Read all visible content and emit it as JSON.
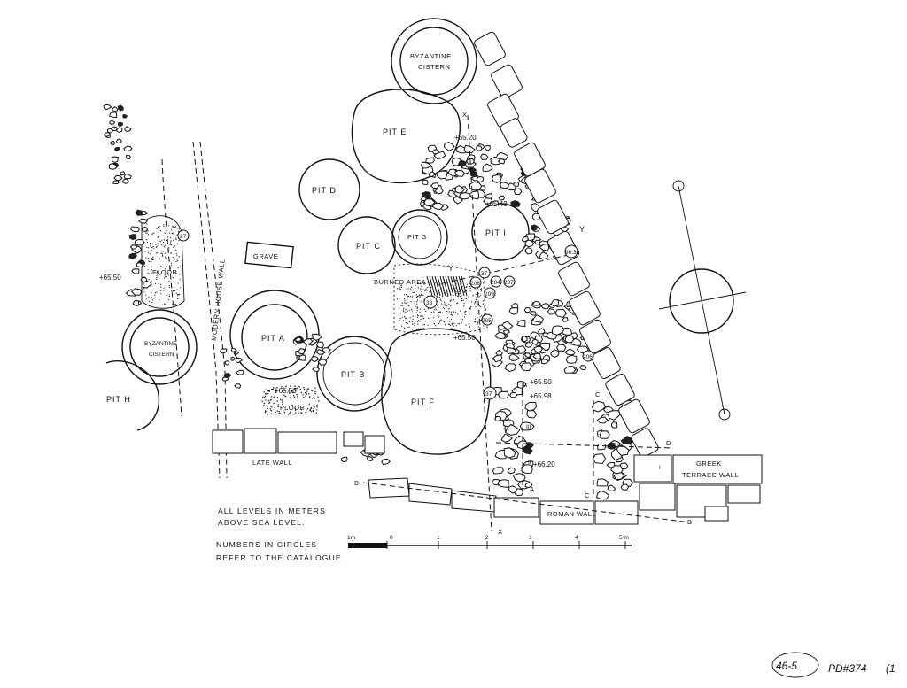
{
  "labels": {
    "byzantine_cistern_top": [
      "BYZANTINE",
      "CISTERN"
    ],
    "byzantine_cistern_left": [
      "BYZANTINE",
      "CISTERN"
    ],
    "pit_e": "PIT E",
    "pit_d": "PIT D",
    "pit_c": "PIT C",
    "pit_g": "PIT G",
    "pit_i": "PIT I",
    "pit_a": "PIT A",
    "pit_b": "PIT B",
    "pit_f": "PIT F",
    "pit_h": "PIT H",
    "grave": "GRAVE",
    "floor_left": "FLOOR",
    "floor_center": "FLOOR",
    "burned_area": "BURNED AREA",
    "modern_house_wall": "MODERN HOUSE WALL",
    "late_wall": "LATE WALL",
    "roman_wall": "ROMAN WALL",
    "greek_terrace_wall": [
      "GREEK",
      "TERRACE WALL"
    ]
  },
  "elevations": {
    "e1": "+65.20",
    "e2": "+65.43",
    "e3": "+65.50",
    "e4": "+65.50",
    "e5": "+65.50",
    "e6": "+65.50",
    "e7": "+65.98",
    "e8": "+66.20"
  },
  "section_markers": {
    "x_top": "X",
    "x_bottom": "X",
    "y_left": "Y",
    "y_right": "Y",
    "a_top": "A",
    "a_bottom": "A",
    "b_left": "B",
    "b_right": "B",
    "c_top": "C",
    "c_bottom": "C",
    "d": "D",
    "m": "III",
    "ii": "II",
    "i": "I"
  },
  "catalogue_numbers": [
    "27",
    "33",
    "37",
    "37",
    "208",
    "209",
    "204",
    "207",
    "205",
    "206",
    "96.30"
  ],
  "notes": {
    "levels_line1": "ALL LEVELS IN METERS",
    "levels_line2": "ABOVE SEA LEVEL.",
    "numbers_line1": "NUMBERS IN CIRCLES",
    "numbers_line2": "REFER TO THE CATALOGUE"
  },
  "scale": {
    "ticks": [
      "1m",
      "0",
      "1",
      "2",
      "3",
      "4",
      "5 m"
    ]
  },
  "archive": {
    "tag": "46-5",
    "ref": "PD#374",
    "mark": "(1"
  }
}
